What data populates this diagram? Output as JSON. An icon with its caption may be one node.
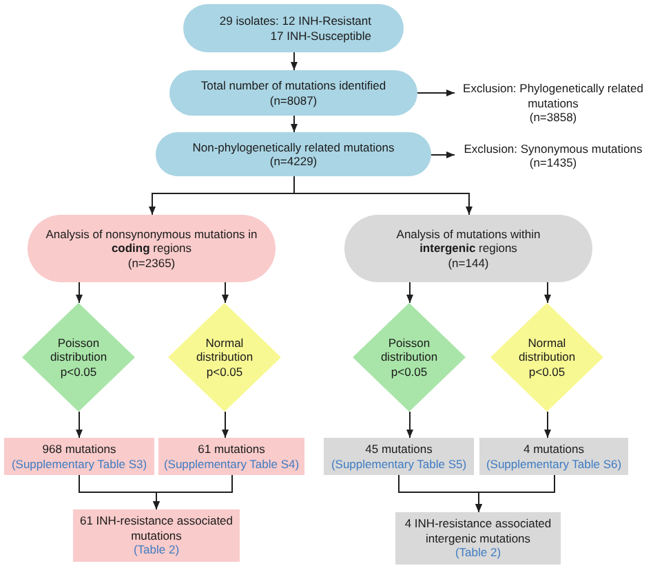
{
  "diagram": {
    "nodes": [
      {
        "text": [
          "29 isolates: 12 INH-Resistant 17 INH-Susceptible"
        ]
      },
      {
        "text": [
          "Total number of mutations identified",
          "(n=8087)"
        ]
      },
      {
        "text": [
          "Exclusion: Phylogenetically related mutations",
          "(n=3858)"
        ]
      },
      {
        "text": [
          "Non-phylogenetically related mutations",
          "(n=4229)"
        ]
      },
      {
        "text": [
          "Exclusion: Synonymous mutations",
          "(n=1435)"
        ]
      },
      {
        "text": [
          "Analysis of nonsynonymous mutations in **coding** regions",
          "(n=2365)"
        ]
      },
      {
        "text": [
          "Analysis of mutations within **intergenic** regions",
          "(n=144)"
        ]
      },
      {
        "text": [
          "Poisson distribution p<0.05"
        ]
      },
      {
        "text": [
          "Normal distribution p<0.05"
        ]
      },
      {
        "text": [
          "Poisson distribution p<0.05"
        ]
      },
      {
        "text": [
          "Normal distribution p<0.05"
        ]
      },
      {
        "text": [
          "968 mutations",
          "(Supplementary Table S3)"
        ]
      },
      {
        "text": [
          "61 mutations",
          "(Supplementary Table S4)"
        ]
      },
      {
        "text": [
          "45 mutations",
          "(Supplementary Table S5)"
        ]
      },
      {
        "text": [
          "4 mutations",
          "(Supplementary Table S6)"
        ]
      },
      {
        "text": [
          "61 INH-resistance associated mutations",
          "(Table 2)"
        ]
      },
      {
        "text": [
          "4 INH-resistance associated intergenic mutations",
          "(Table 2)"
        ]
      }
    ],
    "edges": [
      {
        "from": 0,
        "to": 1,
        "arrow": "to"
      },
      {
        "from": 1,
        "to": 2,
        "arrow": "to"
      },
      {
        "from": 1,
        "to": 3,
        "arrow": "to"
      },
      {
        "from": 3,
        "to": 4,
        "arrow": "to"
      },
      {
        "from": 3,
        "to": 5,
        "arrow": "to"
      },
      {
        "from": 3,
        "to": 6,
        "arrow": "to"
      },
      {
        "from": 5,
        "to": 7,
        "arrow": "to"
      },
      {
        "from": 5,
        "to": 8,
        "arrow": "to"
      },
      {
        "from": 6,
        "to": 9,
        "arrow": "to"
      },
      {
        "from": 6,
        "to": 10,
        "arrow": "to"
      },
      {
        "from": 7,
        "to": 11,
        "arrow": "to"
      },
      {
        "from": 8,
        "to": 12,
        "arrow": "to"
      },
      {
        "from": 9,
        "to": 13,
        "arrow": "to"
      },
      {
        "from": 10,
        "to": 14,
        "arrow": "to"
      },
      {
        "from": 11,
        "to": 15,
        "arrow": "to"
      },
      {
        "from": 12,
        "to": 15,
        "arrow": "to"
      },
      {
        "from": 13,
        "to": 16,
        "arrow": "to"
      },
      {
        "from": 14,
        "to": 16,
        "arrow": "to"
      }
    ]
  }
}
